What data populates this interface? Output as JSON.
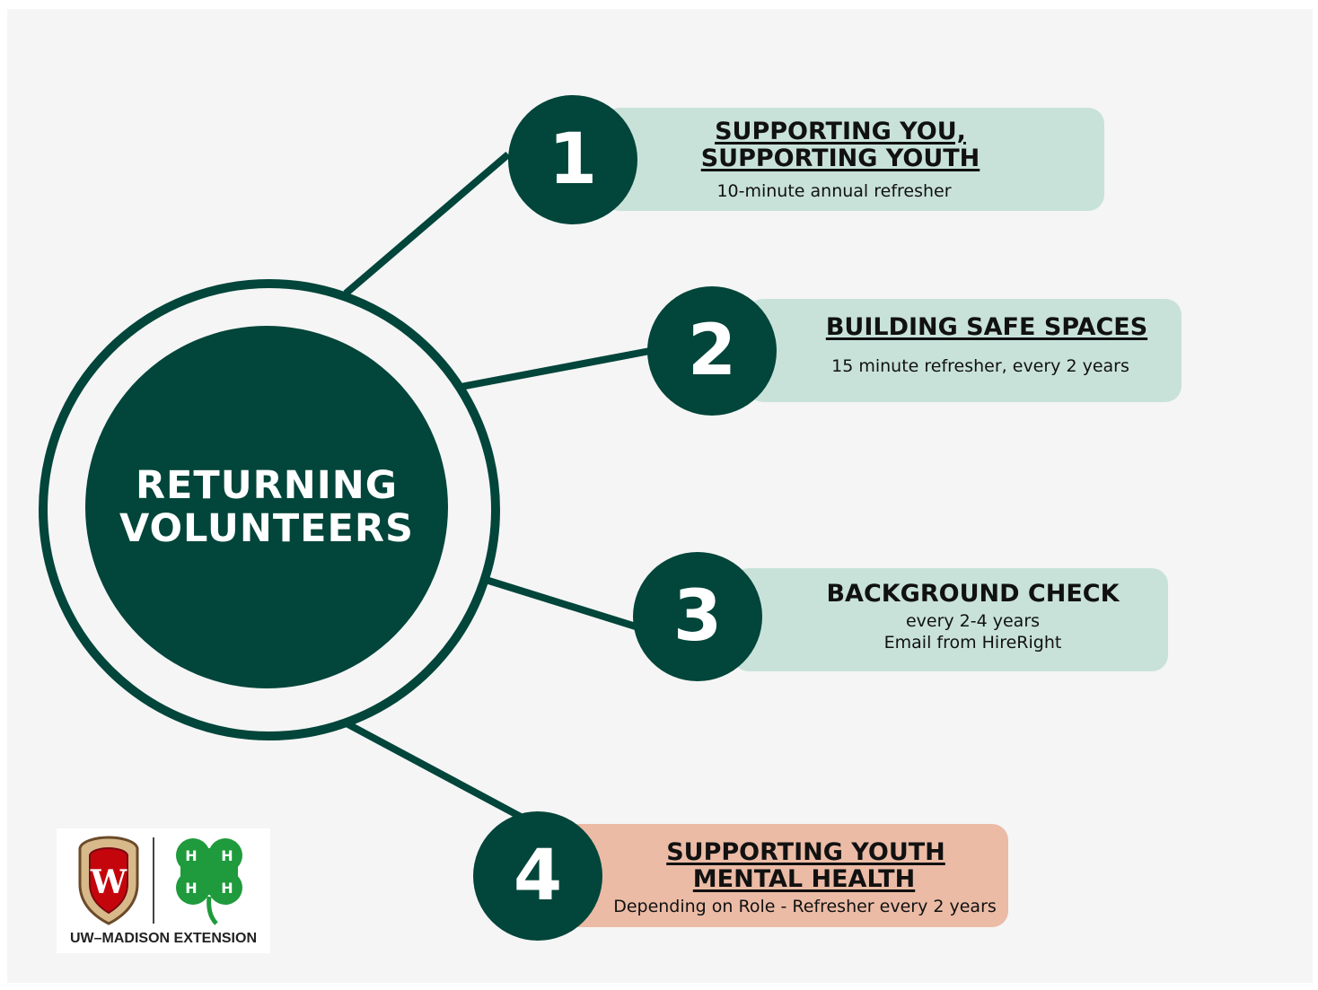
{
  "center": {
    "line1": "RETURNING",
    "line2": "VOLUNTEERS"
  },
  "steps": [
    {
      "number": "1",
      "title_line1": "SUPPORTING YOU,",
      "title_line2": "SUPPORTING YOUTH",
      "desc": "10-minute annual refresher"
    },
    {
      "number": "2",
      "title": "BUILDING SAFE SPACES",
      "desc": "15 minute refresher, every 2 years"
    },
    {
      "number": "3",
      "title": "BACKGROUND CHECK",
      "desc_line1": "every 2-4 years",
      "desc_line2": "Email from HireRight"
    },
    {
      "number": "4",
      "title_line1": "SUPPORTING YOUTH",
      "title_line2": "MENTAL HEALTH",
      "desc": "Depending on Role - Refresher every 2 years"
    }
  ],
  "logo": {
    "caption": "UW–MADISON EXTENSION",
    "seal_letter": "W",
    "clover_letter": "H"
  },
  "colors": {
    "dark_green": "#02453a",
    "mint": "#c8e2da",
    "peach": "#ebbba6",
    "clover_green": "#1f9a3c",
    "seal_red": "#c5050c"
  }
}
